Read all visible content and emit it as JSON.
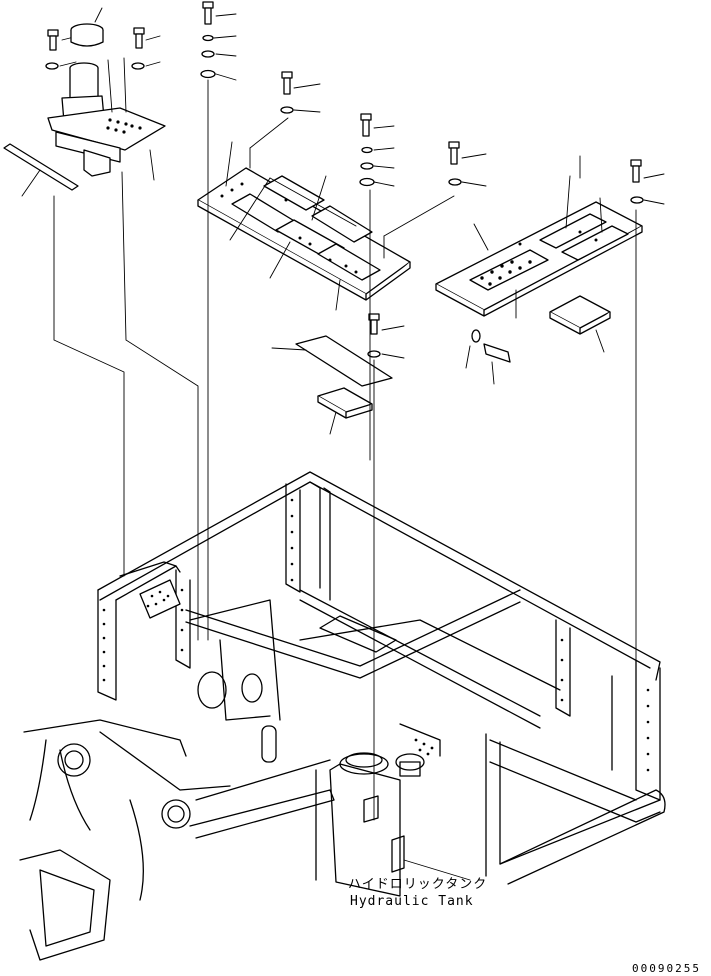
{
  "labels": {
    "tank_jp": "ハイドロリックタンク",
    "tank_en": "Hydraulic Tank"
  },
  "document_number": "00090255"
}
